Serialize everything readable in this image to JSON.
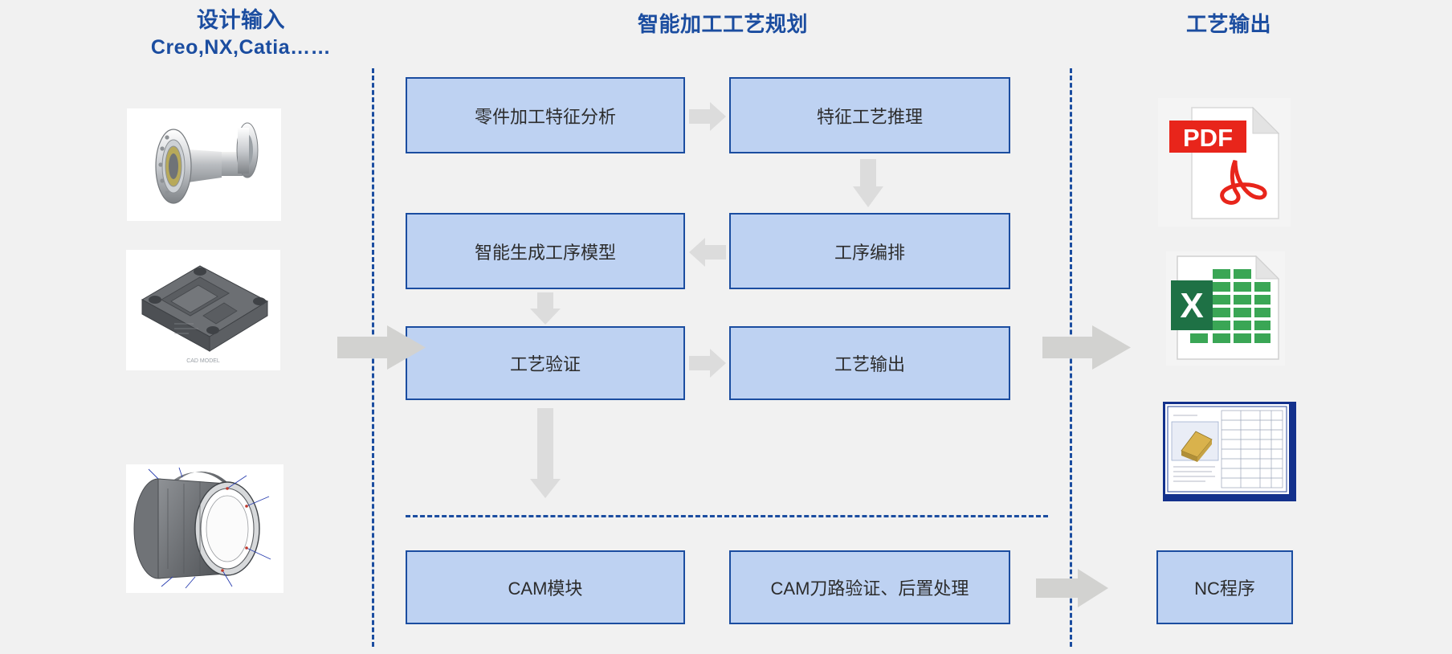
{
  "columns": {
    "left": {
      "title": "设计输入",
      "subtitle": "Creo,NX,Catia……"
    },
    "center": {
      "title": "智能加工工艺规划"
    },
    "right": {
      "title": "工艺输出"
    }
  },
  "process_boxes": [
    {
      "id": "r1c1",
      "label": "零件加工特征分析"
    },
    {
      "id": "r1c2",
      "label": "特征工艺推理"
    },
    {
      "id": "r2c1",
      "label": "智能生成工序模型"
    },
    {
      "id": "r2c2",
      "label": "工序编排"
    },
    {
      "id": "r3c1",
      "label": "工艺验证"
    },
    {
      "id": "r3c2",
      "label": "工艺输出"
    },
    {
      "id": "r4c1",
      "label": "CAM模块"
    },
    {
      "id": "r4c2",
      "label": "CAM刀路验证、后置处理"
    },
    {
      "id": "out-nc",
      "label": "NC程序"
    }
  ],
  "inputs": [
    {
      "name": "shaft-housing-cad-thumbnail",
      "alt": "轴套壳体三维模型"
    },
    {
      "name": "mold-plate-cad-thumbnail",
      "alt": "模具板类零件三维模型"
    },
    {
      "name": "casing-ring-cad-thumbnail",
      "alt": "机匣环形件三维模型"
    }
  ],
  "outputs": [
    {
      "name": "pdf-document-icon",
      "label": "PDF"
    },
    {
      "name": "excel-spreadsheet-icon",
      "label": "X"
    },
    {
      "name": "drawing-sheet-icon",
      "label": "工艺卡片"
    }
  ],
  "arrows": [
    {
      "name": "arrow-input-to-planning",
      "direction": "right"
    },
    {
      "name": "arrow-r1c1-to-r1c2",
      "direction": "right"
    },
    {
      "name": "arrow-r1c2-to-r2c2",
      "direction": "down"
    },
    {
      "name": "arrow-r2c2-to-r2c1",
      "direction": "left"
    },
    {
      "name": "arrow-r2c1-to-r3c1",
      "direction": "down"
    },
    {
      "name": "arrow-r3c1-to-r3c2",
      "direction": "right"
    },
    {
      "name": "arrow-r3c1-to-r4c1",
      "direction": "down"
    },
    {
      "name": "arrow-planning-to-output",
      "direction": "right"
    },
    {
      "name": "arrow-r4c2-to-nc",
      "direction": "right"
    }
  ],
  "colors": {
    "accent_blue": "#1b4da0",
    "box_fill": "#bed2f2",
    "arrow_gray": "#d9d9d9",
    "background": "#f1f1f1",
    "pdf_red": "#e8251b",
    "excel_green": "#1e7145"
  }
}
